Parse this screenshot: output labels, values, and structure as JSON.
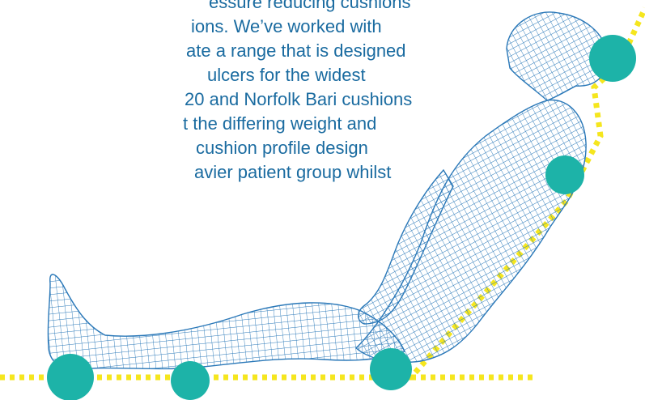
{
  "body_copy": {
    "lines": [
      "essure reducing cushions",
      "ions. We’ve worked with",
      "ate a range that is designed",
      "ulcers for the widest",
      "20 and Norfolk Bari cushions",
      "t the differing weight and",
      " cushion profile design",
      "avier patient group whilst"
    ]
  },
  "illustration": {
    "subject": "wireframe human figure reclining with pressure points",
    "mesh_color": "#2a78b8",
    "pressure_point_color": "#1db3a8",
    "support_line_color": "#f5e61e",
    "pressure_points": [
      "head",
      "upper-back",
      "buttocks",
      "calf",
      "heel"
    ]
  }
}
